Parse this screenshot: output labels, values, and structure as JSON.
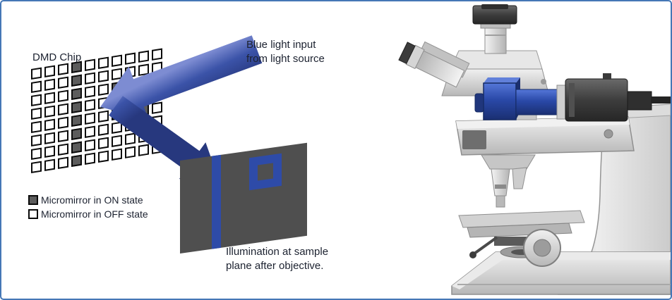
{
  "diagram": {
    "dmd_label": "DMD Chip",
    "blue_light_label": "Blue light input\nfrom light source",
    "illumination_label": "Illumination at sample\nplane after objective.",
    "legend": [
      {
        "state": "on",
        "label": "Micromirror in ON state"
      },
      {
        "state": "off",
        "label": "Micromirror in OFF state"
      }
    ],
    "grid": {
      "cols": 10,
      "rows": 8,
      "on_cells": [
        [
          0,
          3
        ],
        [
          1,
          3
        ],
        [
          2,
          3
        ],
        [
          3,
          3
        ],
        [
          4,
          3
        ],
        [
          5,
          3
        ],
        [
          6,
          3
        ],
        [
          7,
          3
        ],
        [
          2,
          6
        ],
        [
          2,
          7
        ],
        [
          2,
          8
        ],
        [
          3,
          6
        ],
        [
          3,
          8
        ],
        [
          4,
          6
        ],
        [
          4,
          7
        ],
        [
          4,
          8
        ]
      ]
    },
    "colors": {
      "frame_border": "#4577b6",
      "text": "#1c2230",
      "arrow_blue": "#3b53a8",
      "mirror_on": "#5c5c5c",
      "mirror_off": "#ffffff",
      "sample_plane": "#4f4f4f",
      "illumination_blue": "#2e4ba8"
    }
  }
}
